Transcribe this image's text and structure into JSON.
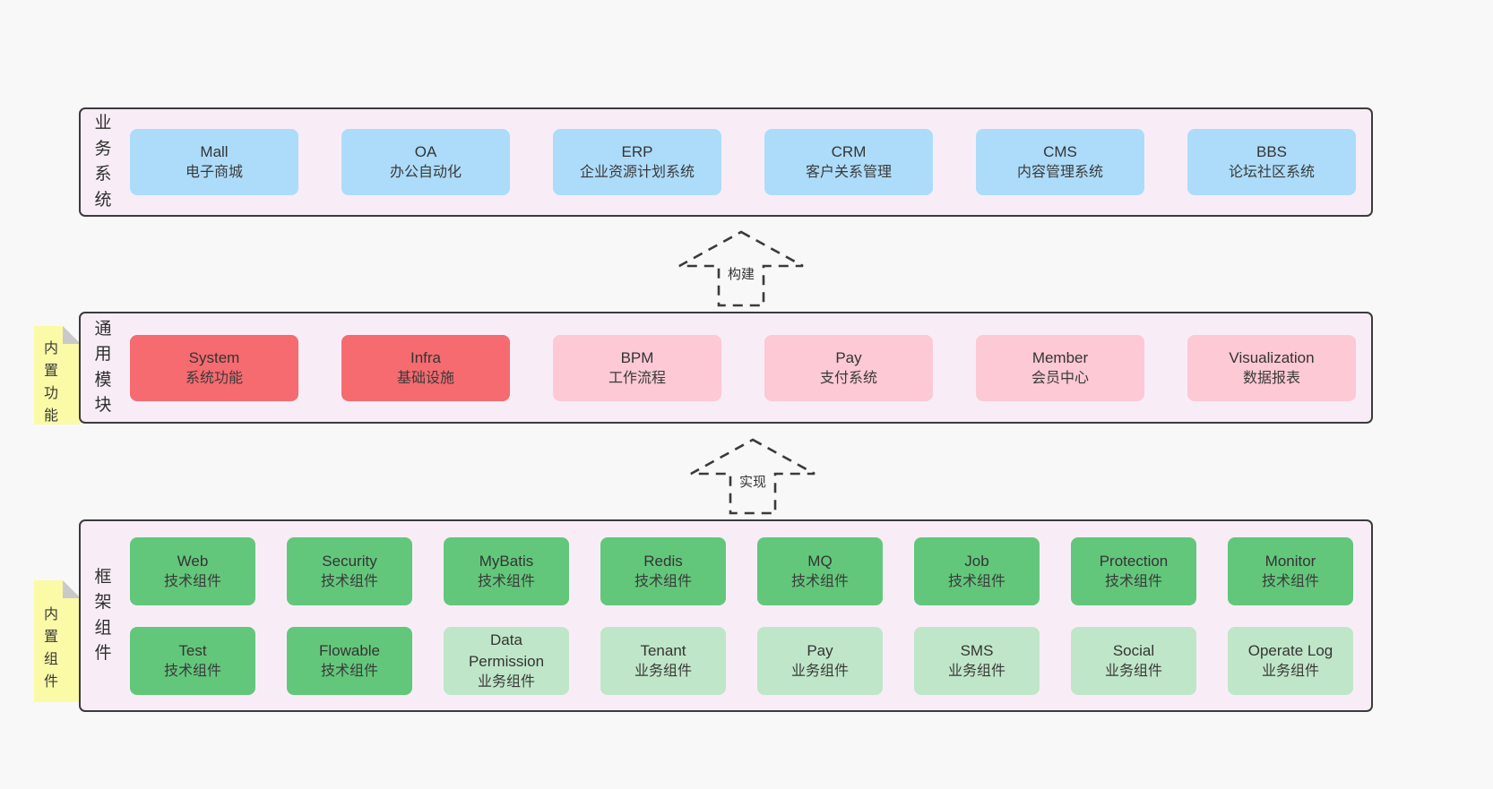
{
  "diagram": {
    "layers": [
      {
        "label": "业务系统",
        "boxes": [
          {
            "title": "Mall",
            "subtitle": "电子商城"
          },
          {
            "title": "OA",
            "subtitle": "办公自动化"
          },
          {
            "title": "ERP",
            "subtitle": "企业资源计划系统"
          },
          {
            "title": "CRM",
            "subtitle": "客户关系管理"
          },
          {
            "title": "CMS",
            "subtitle": "内容管理系统"
          },
          {
            "title": "BBS",
            "subtitle": "论坛社区系统"
          }
        ]
      },
      {
        "label": "通用模块",
        "note": "内置功能",
        "boxes": [
          {
            "title": "System",
            "subtitle": "系统功能"
          },
          {
            "title": "Infra",
            "subtitle": "基础设施"
          },
          {
            "title": "BPM",
            "subtitle": "工作流程"
          },
          {
            "title": "Pay",
            "subtitle": "支付系统"
          },
          {
            "title": "Member",
            "subtitle": "会员中心"
          },
          {
            "title": "Visualization",
            "subtitle": "数据报表"
          }
        ]
      },
      {
        "label": "框架组件",
        "note": "内置组件",
        "rows": [
          [
            {
              "title": "Web",
              "subtitle": "技术组件"
            },
            {
              "title": "Security",
              "subtitle": "技术组件"
            },
            {
              "title": "MyBatis",
              "subtitle": "技术组件"
            },
            {
              "title": "Redis",
              "subtitle": "技术组件"
            },
            {
              "title": "MQ",
              "subtitle": "技术组件"
            },
            {
              "title": "Job",
              "subtitle": "技术组件"
            },
            {
              "title": "Protection",
              "subtitle": "技术组件"
            },
            {
              "title": "Monitor",
              "subtitle": "技术组件"
            }
          ],
          [
            {
              "title": "Test",
              "subtitle": "技术组件"
            },
            {
              "title": "Flowable",
              "subtitle": "技术组件"
            },
            {
              "title": "Data Permission",
              "subtitle": "业务组件"
            },
            {
              "title": "Tenant",
              "subtitle": "业务组件"
            },
            {
              "title": "Pay",
              "subtitle": "业务组件"
            },
            {
              "title": "SMS",
              "subtitle": "业务组件"
            },
            {
              "title": "Social",
              "subtitle": "业务组件"
            },
            {
              "title": "Operate Log",
              "subtitle": "业务组件"
            }
          ]
        ]
      }
    ],
    "arrows": [
      {
        "label": "构建"
      },
      {
        "label": "实现"
      }
    ],
    "colors": {
      "page_bg": "#f8f8f8",
      "panel_bg": "#f8edf7",
      "panel_border": "#3b3b3b",
      "blue_box": "#addcfa",
      "red_box": "#f56b70",
      "pink_box": "#fcc9d4",
      "green_box": "#63c77b",
      "light_green_box": "#bfe6c8",
      "note_yellow": "#fbfaa6",
      "note_fold_gray": "#c9c9c9"
    }
  }
}
